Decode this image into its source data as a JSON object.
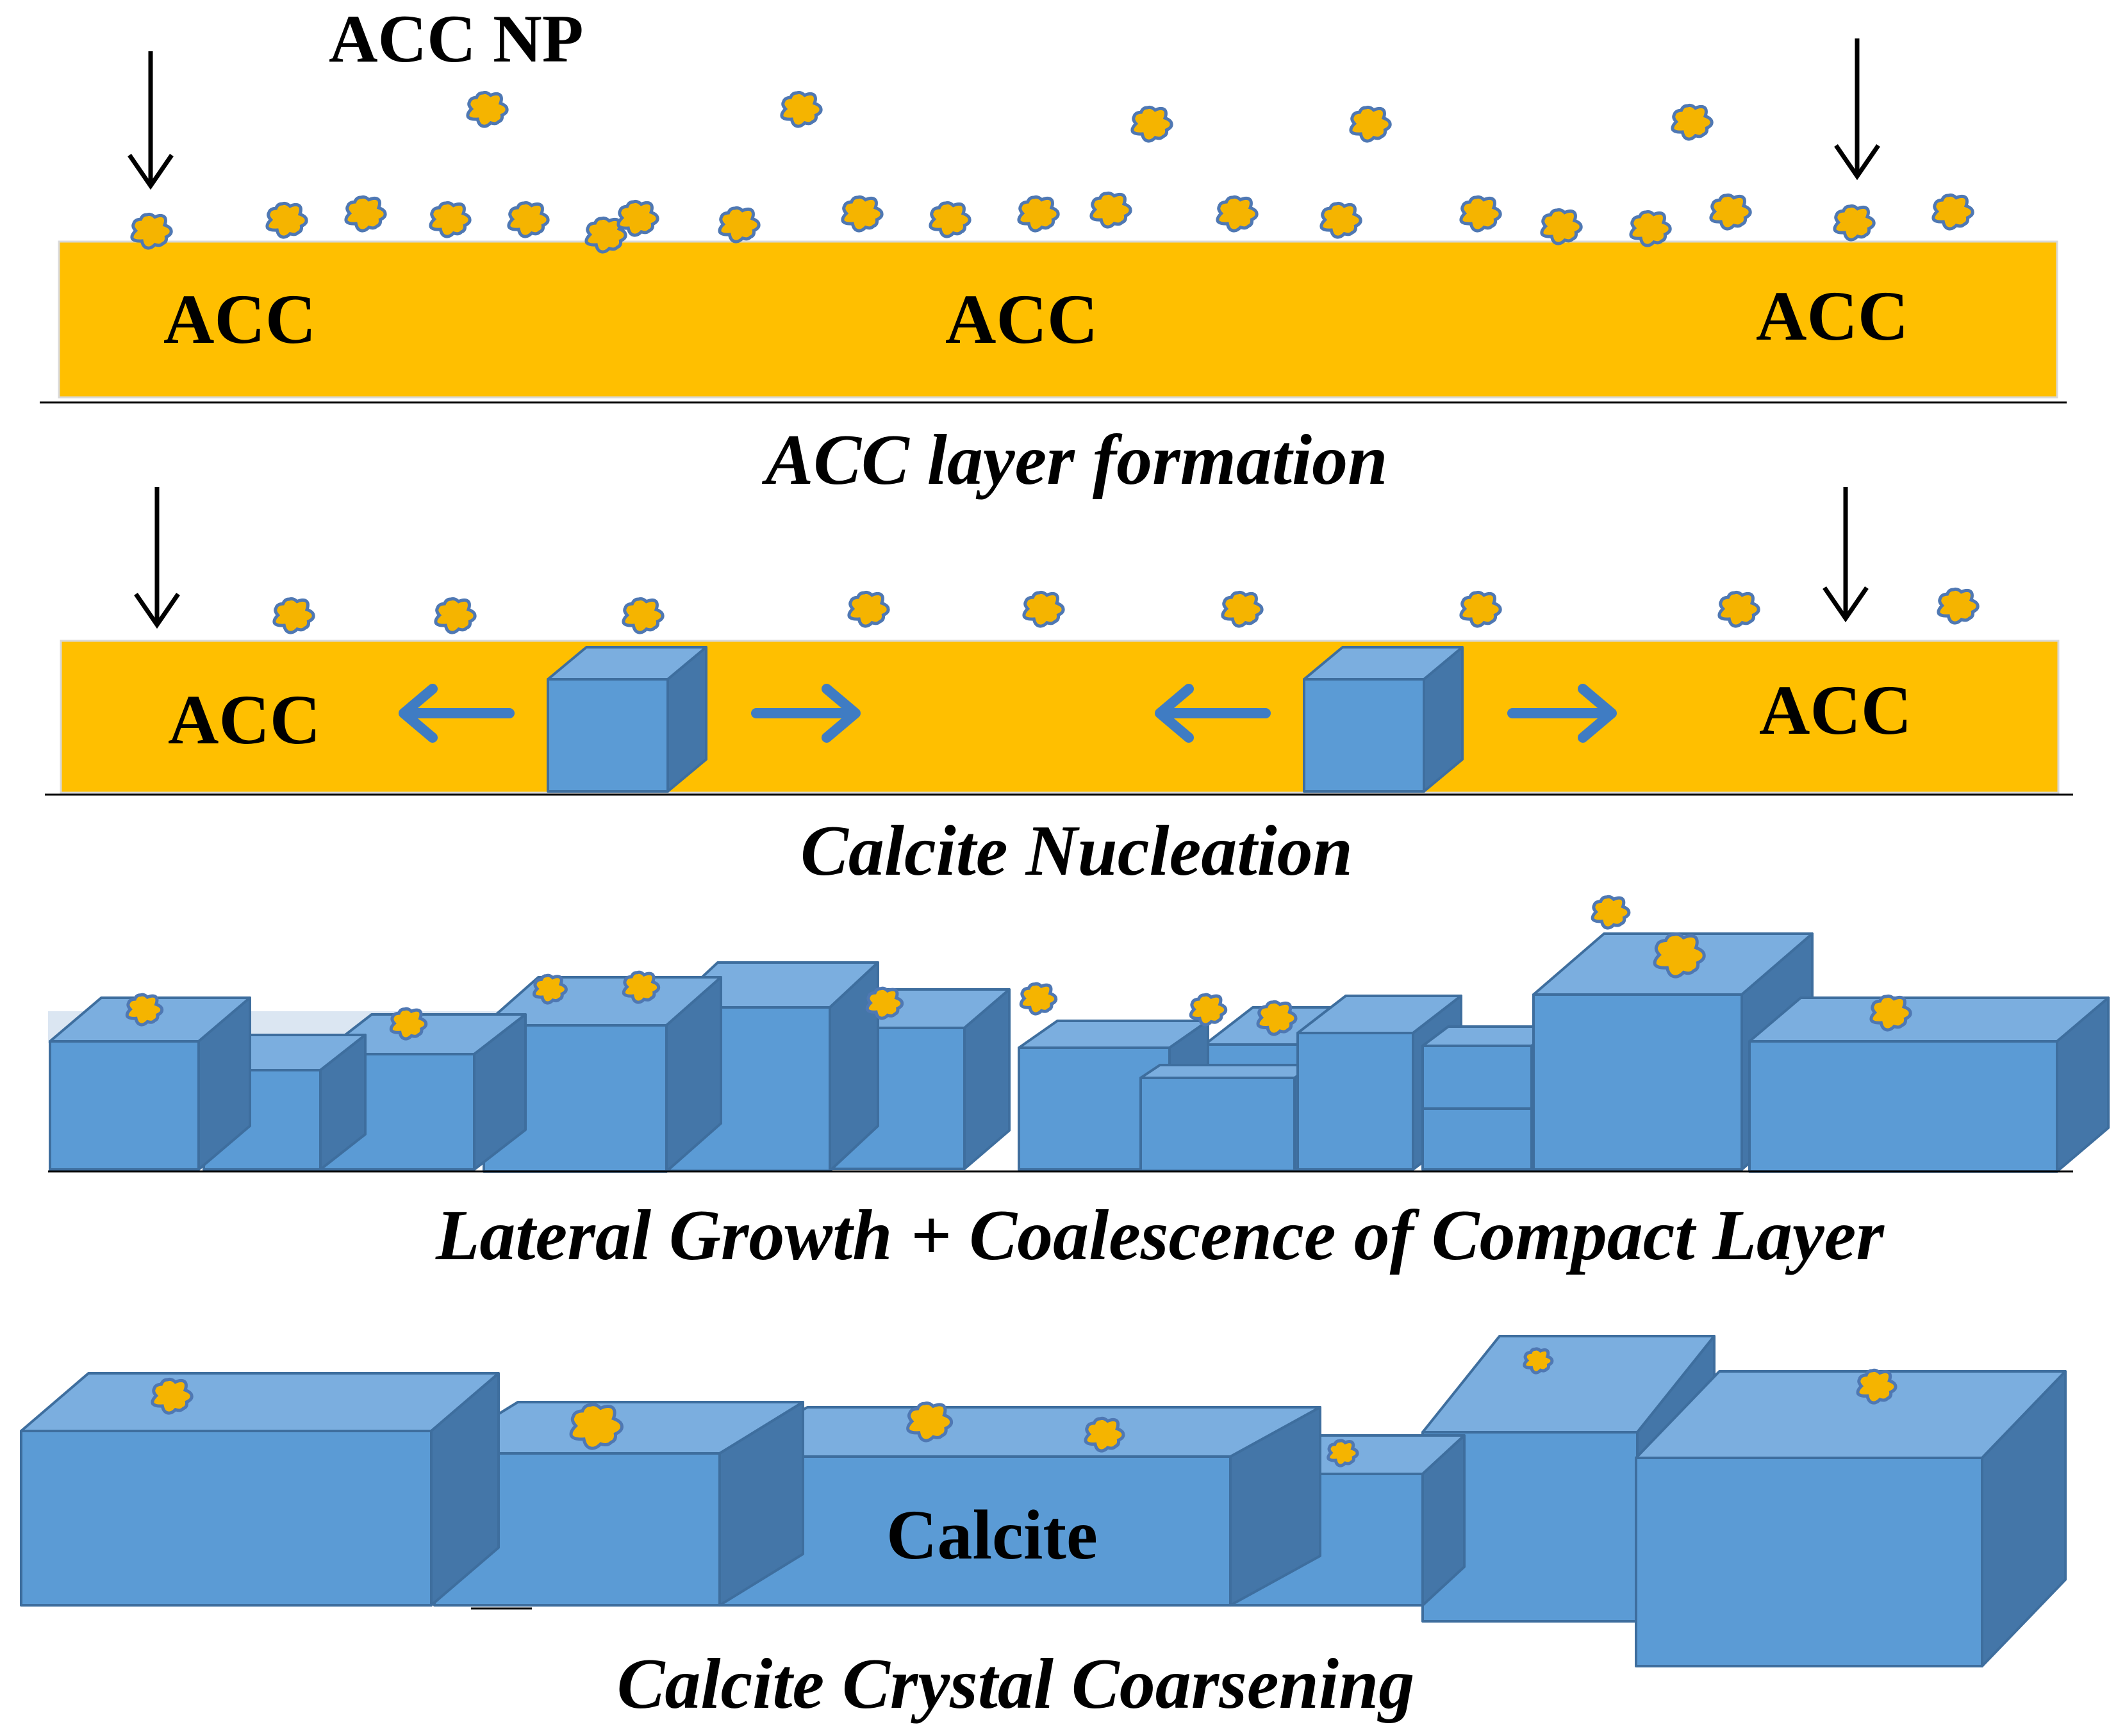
{
  "colors": {
    "acc_layer": "#FFBF00",
    "np_fill": "#F5B400",
    "np_outline": "#4F78B3",
    "crystal_front": "#5B9BD5",
    "crystal_top": "#7BAEDF",
    "crystal_side": "#4476A8",
    "crystal_edge": "#3E6E9E",
    "growth_arrow": "#3F7CC3",
    "arrow_black": "#000000",
    "text": "#000000"
  },
  "labels": {
    "acc_np": "ACC NP",
    "acc": "ACC",
    "calcite": "Calcite"
  },
  "captions": {
    "stage1": "ACC layer formation",
    "stage2": "Calcite Nucleation",
    "stage3": "Lateral Growth + Coalescence of  Compact Layer",
    "stage4": "Calcite Crystal Coarsening"
  },
  "icons": {
    "nanoparticle": "acc-nanoparticle-icon",
    "deposition_arrow": "deposition-arrow-icon",
    "growth_arrow": "lateral-growth-arrow-icon"
  }
}
